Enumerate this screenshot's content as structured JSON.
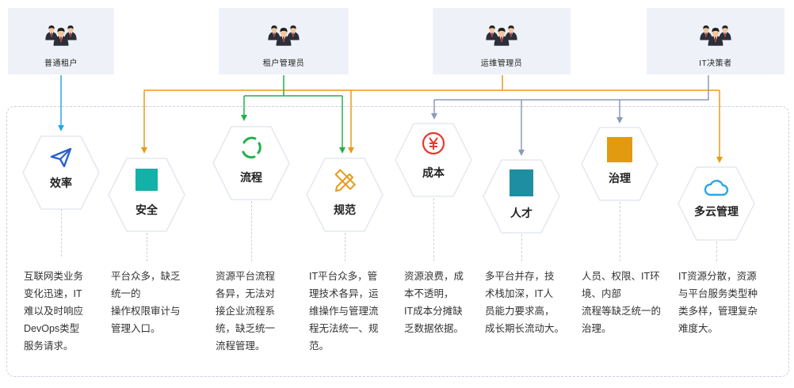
{
  "roles": [
    {
      "label": "普通租户",
      "icon": "people-icon"
    },
    {
      "label": "租户管理员",
      "icon": "people-icon"
    },
    {
      "label": "运维管理员",
      "icon": "people-icon"
    },
    {
      "label": "IT决策者",
      "icon": "people-icon"
    }
  ],
  "colors": {
    "blue_arrow": "#2ea6e6",
    "orange_arrow": "#e89a1b",
    "green_arrow": "#22b14c",
    "gray_arrow": "#8a9bb8",
    "teal_square": "#14b1a8",
    "dark_teal_square": "#1e8fa3",
    "gold_square": "#e29b10",
    "cny_red": "#e63a2e"
  },
  "issues": [
    {
      "title": "效率",
      "icon": "send-icon",
      "lines": [
        "互联网类业务",
        "变化迅速，IT",
        "难以及时响应",
        "DevOps类型",
        "服务请求。"
      ]
    },
    {
      "title": "安全",
      "icon": "square-icon",
      "lines": [
        "平台众多，缺乏",
        "统一的",
        "操作权限审计与",
        "管理入口。"
      ]
    },
    {
      "title": "流程",
      "icon": "cycle-icon",
      "lines": [
        "资源平台流程",
        "各异，无法对",
        "接企业流程系",
        "统，缺乏统一",
        "流程管理。"
      ]
    },
    {
      "title": "规范",
      "icon": "ruler-pencil-icon",
      "lines": [
        "IT平台众多，管",
        "理技术各异，运",
        "维操作与管理流",
        "程无法统一、规",
        "范。"
      ]
    },
    {
      "title": "成本",
      "icon": "yen-icon",
      "lines": [
        "资源浪费，成",
        "本不透明，",
        "IT成本分摊缺",
        "乏数据依据。"
      ]
    },
    {
      "title": "人才",
      "icon": "square-icon",
      "lines": [
        "多平台并存，技",
        "术栈加深，IT人",
        "员能力要求高，",
        "成长期长流动大。"
      ]
    },
    {
      "title": "治理",
      "icon": "square-icon",
      "lines": [
        "人员、权限、IT环",
        "境、内部",
        "流程等缺乏统一的",
        "治理。"
      ]
    },
    {
      "title": "多云管理",
      "icon": "cloud-icon",
      "lines": [
        "IT资源分散，资源",
        "与平台服务类型种",
        "类多样，管理复杂",
        "难度大。"
      ]
    }
  ]
}
